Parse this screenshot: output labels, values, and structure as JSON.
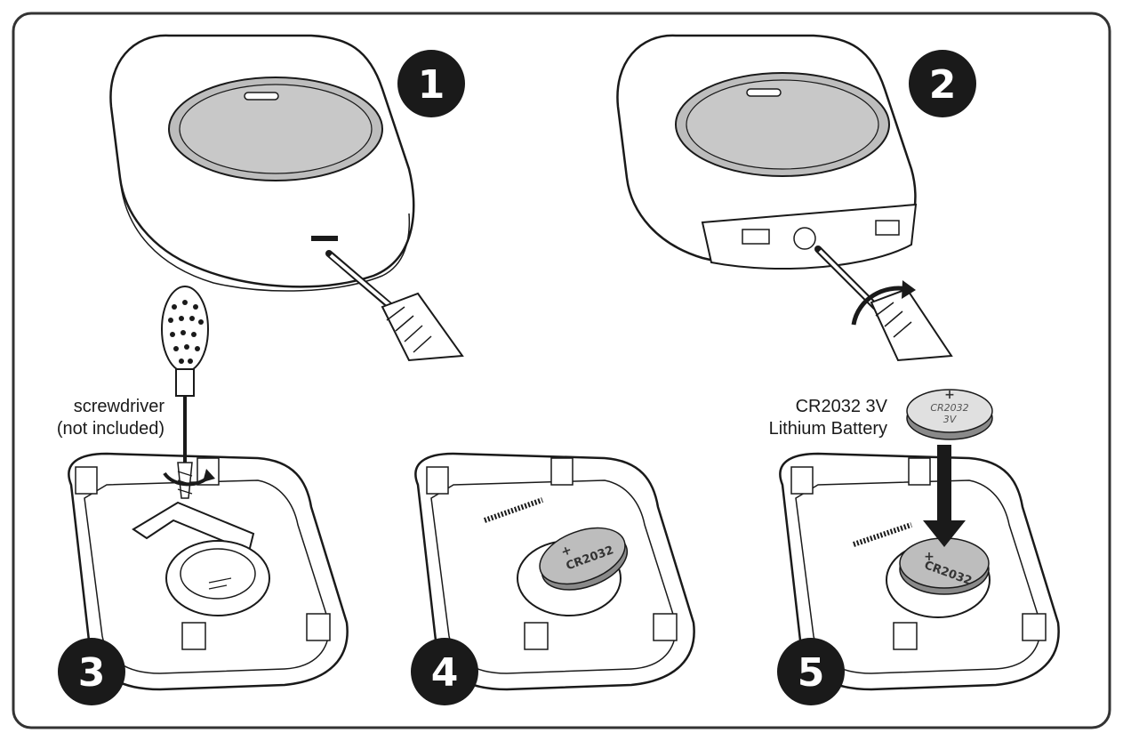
{
  "steps": [
    {
      "number": "1"
    },
    {
      "number": "2"
    },
    {
      "number": "3"
    },
    {
      "number": "4"
    },
    {
      "number": "5"
    }
  ],
  "captions": {
    "screwdriver_line1": "screwdriver",
    "screwdriver_line2": "(not included)",
    "battery_line1": "CR2032 3V",
    "battery_line2": "Lithium Battery"
  },
  "battery": {
    "plus": "+",
    "model": "CR2032",
    "voltage": "3V"
  },
  "icons": [
    "screwdriver-icon",
    "remote-icon",
    "battery-icon",
    "rotate-arrow-icon",
    "down-arrow-icon"
  ],
  "colors": {
    "badge": "#1a1a1a",
    "outline": "#1a1a1a",
    "battery_fill": "#bdbdbd",
    "frame": "#333333"
  }
}
